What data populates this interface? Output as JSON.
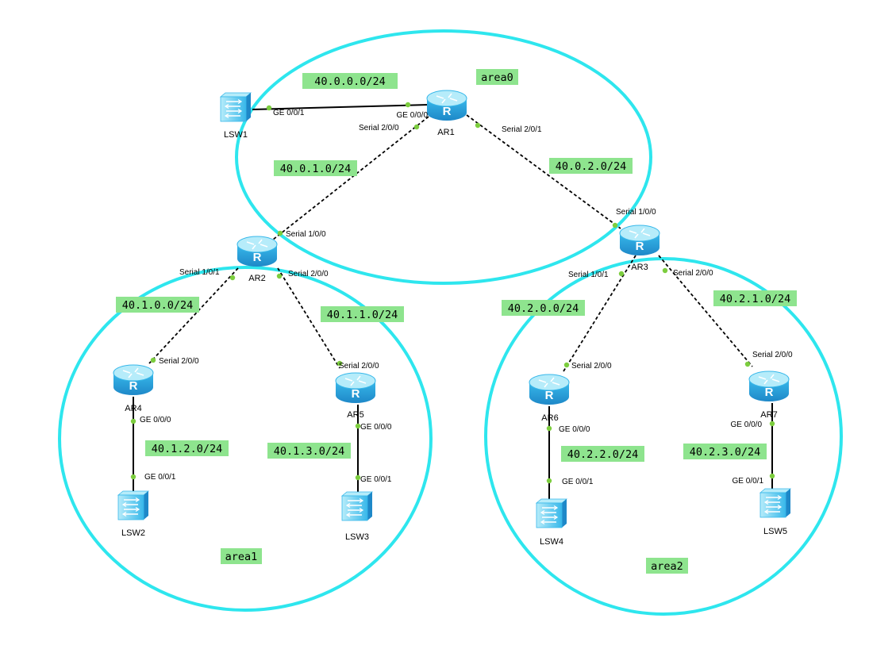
{
  "colors": {
    "area_ring": "#2ee6ee",
    "label_bg": "#8ee48e",
    "port_dot": "#7ccd3e",
    "device_top": "#b6ecfa",
    "device_body": "#38b8ea",
    "device_dark": "#1e88c8"
  },
  "areas": [
    {
      "id": "area0",
      "label": "area0"
    },
    {
      "id": "area1",
      "label": "area1"
    },
    {
      "id": "area2",
      "label": "area2"
    }
  ],
  "devices": [
    {
      "id": "LSW1",
      "kind": "switch",
      "label": "LSW1",
      "icon": "switch-icon"
    },
    {
      "id": "AR1",
      "kind": "router",
      "label": "AR1",
      "icon": "router-icon"
    },
    {
      "id": "AR2",
      "kind": "router",
      "label": "AR2",
      "icon": "router-icon"
    },
    {
      "id": "AR3",
      "kind": "router",
      "label": "AR3",
      "icon": "router-icon"
    },
    {
      "id": "AR4",
      "kind": "router",
      "label": "AR4",
      "icon": "router-icon"
    },
    {
      "id": "AR5",
      "kind": "router",
      "label": "AR5",
      "icon": "router-icon"
    },
    {
      "id": "AR6",
      "kind": "router",
      "label": "AR6",
      "icon": "router-icon"
    },
    {
      "id": "AR7",
      "kind": "router",
      "label": "AR7",
      "icon": "router-icon"
    },
    {
      "id": "LSW2",
      "kind": "switch",
      "label": "LSW2",
      "icon": "switch-icon"
    },
    {
      "id": "LSW3",
      "kind": "switch",
      "label": "LSW3",
      "icon": "switch-icon"
    },
    {
      "id": "LSW4",
      "kind": "switch",
      "label": "LSW4",
      "icon": "switch-icon"
    },
    {
      "id": "LSW5",
      "kind": "switch",
      "label": "LSW5",
      "icon": "switch-icon"
    }
  ],
  "links": [
    {
      "id": "lsw1-ar1",
      "type": "ethernet",
      "from": "LSW1",
      "to": "AR1",
      "from_port": "GE 0/0/1",
      "to_port": "GE 0/0/0",
      "network": "40.0.0.0/24"
    },
    {
      "id": "ar1-ar2",
      "type": "serial",
      "from": "AR1",
      "to": "AR2",
      "from_port": "Serial 2/0/0",
      "to_port": "Serial 1/0/0",
      "network": "40.0.1.0/24"
    },
    {
      "id": "ar1-ar3",
      "type": "serial",
      "from": "AR1",
      "to": "AR3",
      "from_port": "Serial 2/0/1",
      "to_port": "Serial 1/0/0",
      "network": "40.0.2.0/24"
    },
    {
      "id": "ar2-ar4",
      "type": "serial",
      "from": "AR2",
      "to": "AR4",
      "from_port": "Serial 1/0/1",
      "to_port": "Serial 2/0/0",
      "network": "40.1.0.0/24"
    },
    {
      "id": "ar2-ar5",
      "type": "serial",
      "from": "AR2",
      "to": "AR5",
      "from_port": "Serial 2/0/0",
      "to_port": "Serial 2/0/0",
      "network": "40.1.1.0/24"
    },
    {
      "id": "ar4-lsw2",
      "type": "ethernet",
      "from": "AR4",
      "to": "LSW2",
      "from_port": "GE 0/0/0",
      "to_port": "GE 0/0/1",
      "network": "40.1.2.0/24"
    },
    {
      "id": "ar5-lsw3",
      "type": "ethernet",
      "from": "AR5",
      "to": "LSW3",
      "from_port": "GE 0/0/0",
      "to_port": "GE 0/0/1",
      "network": "40.1.3.0/24"
    },
    {
      "id": "ar3-ar6",
      "type": "serial",
      "from": "AR3",
      "to": "AR6",
      "from_port": "Serial 1/0/1",
      "to_port": "Serial 2/0/0",
      "network": "40.2.0.0/24"
    },
    {
      "id": "ar3-ar7",
      "type": "serial",
      "from": "AR3",
      "to": "AR7",
      "from_port": "Serial 2/0/0",
      "to_port": "Serial 2/0/0",
      "network": "40.2.1.0/24"
    },
    {
      "id": "ar6-lsw4",
      "type": "ethernet",
      "from": "AR6",
      "to": "LSW4",
      "from_port": "GE 0/0/0",
      "to_port": "GE 0/0/1",
      "network": "40.2.2.0/24"
    },
    {
      "id": "ar7-lsw5",
      "type": "ethernet",
      "from": "AR7",
      "to": "LSW5",
      "from_port": "GE 0/0/0",
      "to_port": "GE 0/0/1",
      "network": "40.2.3.0/24"
    }
  ]
}
